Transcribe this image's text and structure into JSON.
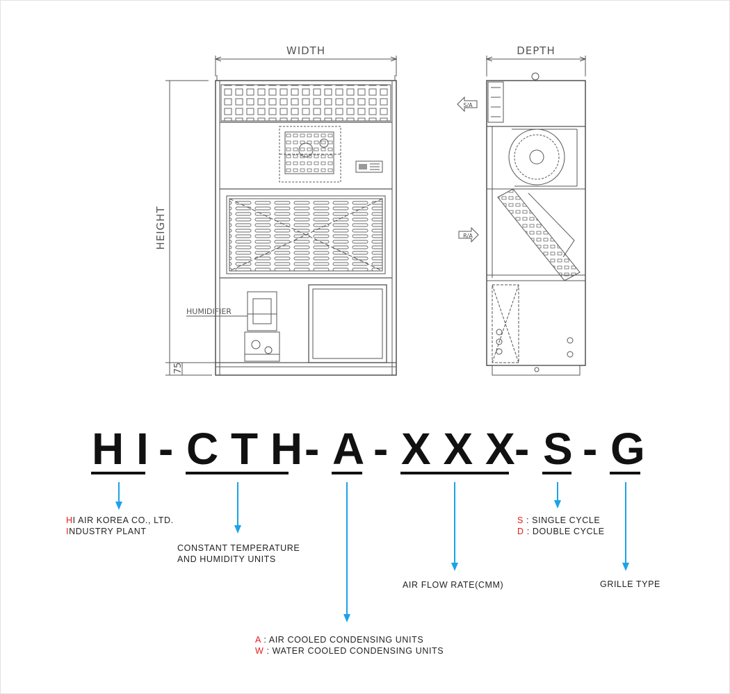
{
  "drawing": {
    "width_label": "WIDTH",
    "depth_label": "DEPTH",
    "height_label": "HEIGHT",
    "base_label": "75",
    "humidifier_label": "HUMIDIFIER",
    "supply_air_label": "S/A",
    "return_air_label": "R/A"
  },
  "model_code": {
    "part_hi": "H I",
    "dash1": "-",
    "part_cth": "C T H",
    "dash2": "-",
    "part_a": "A",
    "dash3": "-",
    "part_xxx": "X X X",
    "dash4": "-",
    "part_s": "S",
    "dash5": "-",
    "part_g": "G"
  },
  "descriptions": {
    "hi_line1_initial": "H",
    "hi_line1_rest": "I AIR KOREA CO., LTD.",
    "hi_line2_initial": "I",
    "hi_line2_rest": "NDUSTRY PLANT",
    "cth_line1": "CONSTANT TEMPERATURE",
    "cth_line2": "AND HUMIDITY UNITS",
    "a_line1_code": "A",
    "a_line1_text": " : AIR COOLED CONDENSING UNITS",
    "a_line2_code": "W",
    "a_line2_text": " : WATER COOLED CONDENSING UNITS",
    "xxx_text": "AIR FLOW RATE(CMM)",
    "s_line1_code": "S",
    "s_line1_text": " : SINGLE CYCLE",
    "s_line2_code": "D",
    "s_line2_text": " : DOUBLE CYCLE",
    "g_text": "GRILLE TYPE"
  },
  "colors": {
    "arrow": "#1aa3e8",
    "accent_letter": "#e01b1b",
    "drawing_line": "#555555"
  }
}
